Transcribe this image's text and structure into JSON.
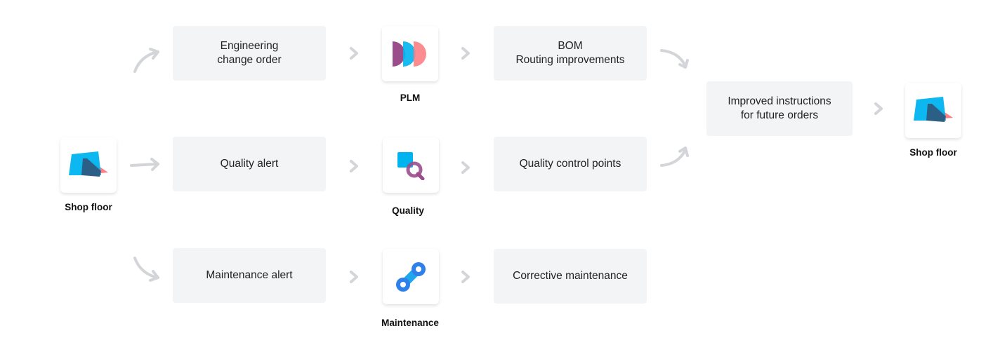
{
  "colors": {
    "box_bg": "#f3f4f6",
    "arrow": "#d4d5d9",
    "blue": "#00b4f0",
    "dark": "#2c5f86",
    "coral": "#fc7f84",
    "purple": "#9b4c8b"
  },
  "apps": {
    "shop_floor_left": "Shop floor",
    "plm": "PLM",
    "quality": "Quality",
    "maintenance": "Maintenance",
    "shop_floor_right": "Shop floor"
  },
  "steps": {
    "eco": "Engineering\nchange order",
    "quality_alert": "Quality alert",
    "maintenance_alert": "Maintenance alert",
    "bom": "BOM\nRouting improvements",
    "qcp": "Quality control points",
    "corrective": "Corrective maintenance",
    "improved": "Improved instructions\nfor future orders"
  }
}
